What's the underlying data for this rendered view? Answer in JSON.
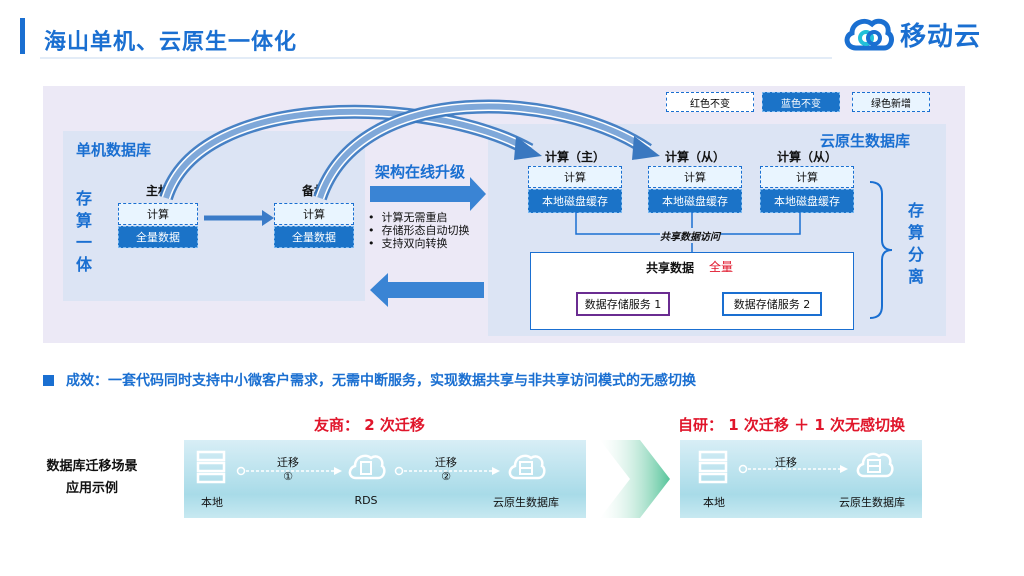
{
  "header": {
    "title": "海山单机、云原生一体化",
    "logo_text": "移动云"
  },
  "legend": {
    "red": "红色不变",
    "blue": "蓝色不变",
    "green": "绿色新增"
  },
  "left": {
    "title": "单机数据库",
    "vertical": [
      "存",
      "算",
      "一",
      "体"
    ],
    "primary_label": "主机",
    "standby_label": "备机",
    "compute": "计算",
    "full_data": "全量数据"
  },
  "middle": {
    "upgrade": "架构在线升级",
    "bullets": [
      "计算无需重启",
      "存储形态自动切换",
      "支持双向转换"
    ]
  },
  "right": {
    "title": "云原生数据库",
    "vertical": [
      "存",
      "算",
      "分",
      "离"
    ],
    "nodes": [
      {
        "label": "计算（主）",
        "compute": "计算",
        "cache": "本地磁盘缓存"
      },
      {
        "label": "计算（从）",
        "compute": "计算",
        "cache": "本地磁盘缓存"
      },
      {
        "label": "计算（从）",
        "compute": "计算",
        "cache": "本地磁盘缓存"
      }
    ],
    "shared_access": "共享数据访问",
    "shared_title": "共享数据",
    "shared_full": "全量",
    "storage_services": [
      "数据存储服务 1",
      "数据存储服务 2"
    ]
  },
  "result": "成效：一套代码同时支持中小微客户需求，无需中断服务，实现数据共享与非共享访问模式的无感切换",
  "bottom": {
    "scene_line1": "数据库迁移场景",
    "scene_line2": "应用示例",
    "competitor_title": "友商： 2 次迁移",
    "self_title": "自研： 1 次迁移 ＋ 1 次无感切换",
    "competitor": {
      "local": "本地",
      "migrate1": "迁移",
      "step1": "①",
      "rds": "RDS",
      "migrate2": "迁移",
      "step2": "②",
      "cloud": "云原生数据库"
    },
    "self": {
      "local": "本地",
      "migrate": "迁移",
      "cloud": "云原生数据库"
    }
  },
  "colors": {
    "accent": "#1a6fd1",
    "dark_box": "#1b73c8",
    "red": "#e0162b",
    "panel": "#ece9f6",
    "block": "#dce4f4",
    "purple_border": "#6a2c91"
  }
}
